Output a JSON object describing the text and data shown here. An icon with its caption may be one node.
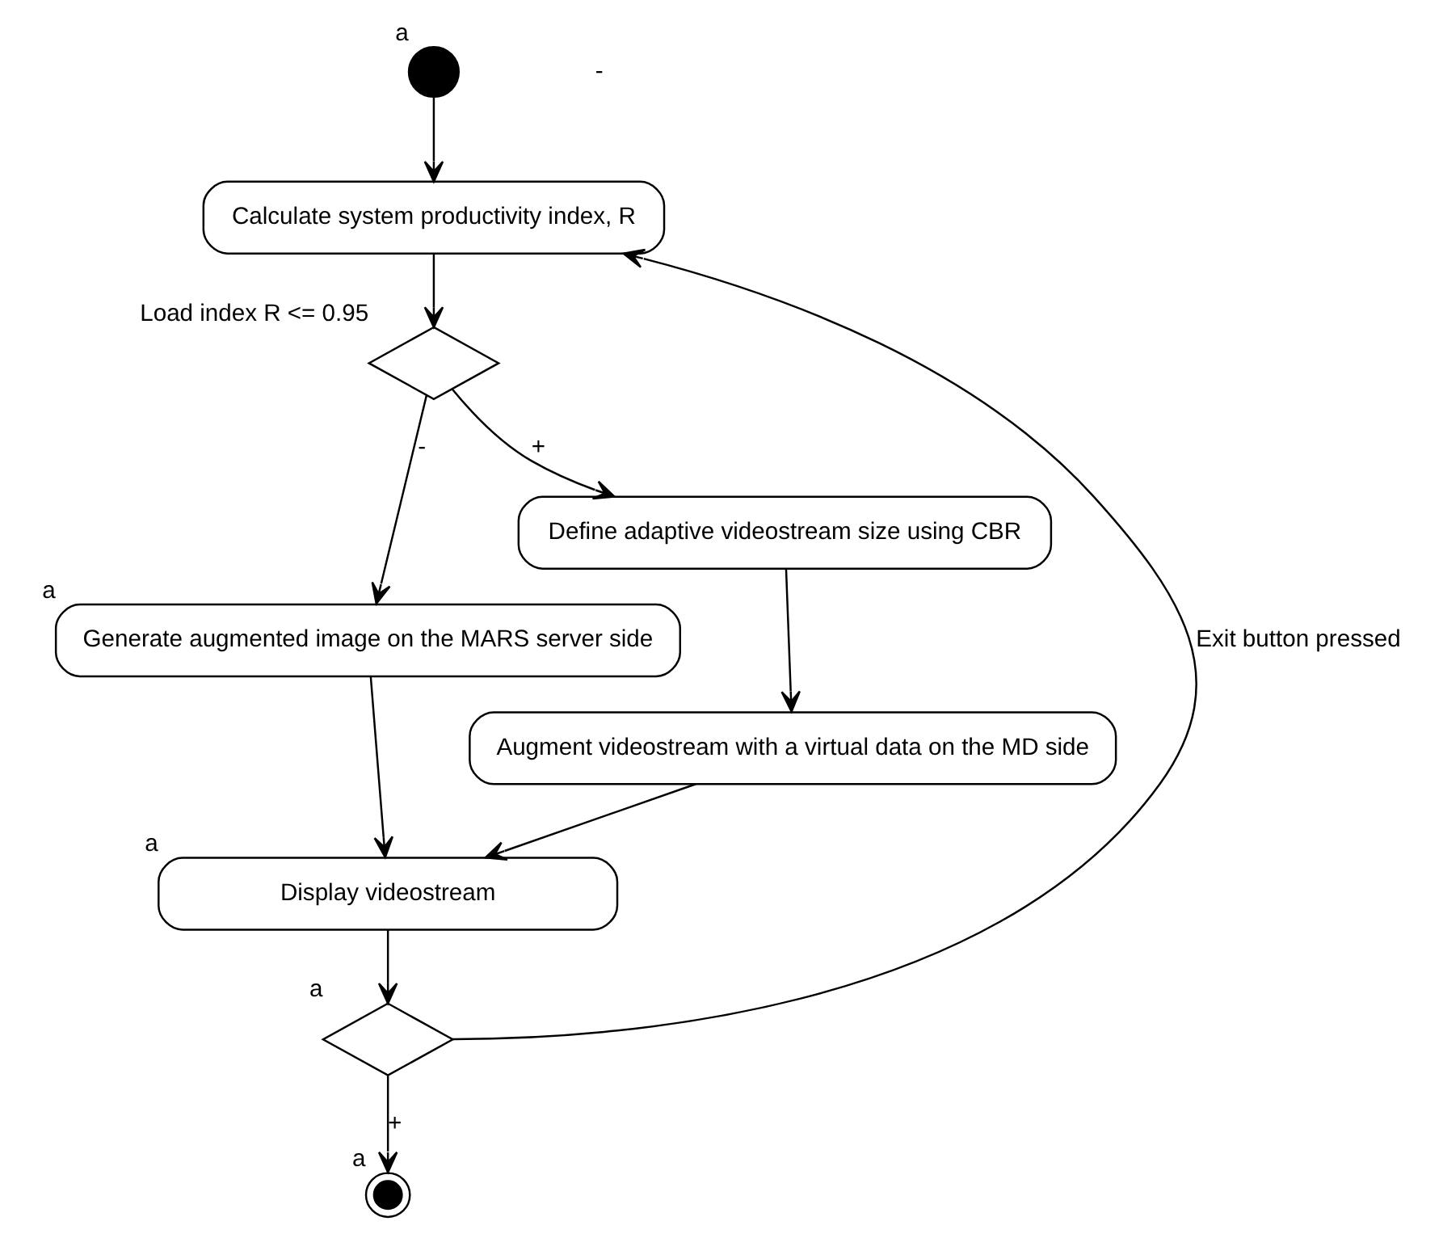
{
  "diagram": {
    "nodes": [
      {
        "text": [],
        "shape": "circle",
        "beside": [
          "a"
        ]
      },
      {
        "text": [
          "Calculate system productivity index, R"
        ]
      },
      {
        "text": [],
        "shape": "diamond",
        "beside": [
          "Load index R <= 0.95"
        ]
      },
      {
        "text": [
          "Generate augmented image on the MARS server side"
        ],
        "beside": [
          "a"
        ]
      },
      {
        "text": [
          "Define adaptive videostream size using CBR"
        ]
      },
      {
        "text": [
          "Augment videostream with a virtual data on the MD side"
        ]
      },
      {
        "text": [
          "Display videostream"
        ],
        "beside": [
          "a"
        ]
      },
      {
        "text": [],
        "shape": "diamond",
        "beside": [
          "a"
        ]
      },
      {
        "text": [],
        "shape": "circle",
        "beside": [
          "a"
        ]
      }
    ],
    "edges": [
      {
        "from": 0,
        "to": 1,
        "arrow": "to"
      },
      {
        "from": 1,
        "to": 2,
        "arrow": "to"
      },
      {
        "from": 2,
        "to": 3,
        "arrow": "to",
        "label": "-"
      },
      {
        "from": 2,
        "to": 4,
        "arrow": "to",
        "label": "+"
      },
      {
        "from": 4,
        "to": 5,
        "arrow": "to"
      },
      {
        "from": 3,
        "to": 6,
        "arrow": "to"
      },
      {
        "from": 5,
        "to": 6,
        "arrow": "to"
      },
      {
        "from": 6,
        "to": 7,
        "arrow": "to"
      },
      {
        "from": 7,
        "to": 1,
        "arrow": "to",
        "label": "Exit button pressed"
      },
      {
        "from": 7,
        "to": 8,
        "arrow": "to",
        "label": "+"
      }
    ],
    "labels": [
      "-"
    ]
  }
}
